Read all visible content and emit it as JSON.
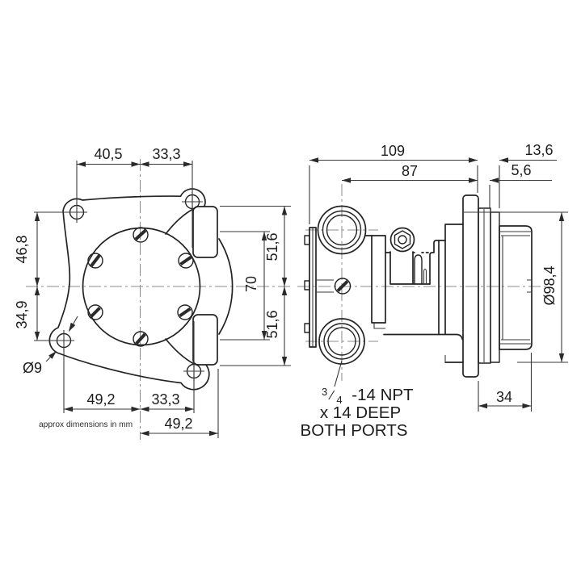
{
  "meta": {
    "note": "approx dimensions in mm"
  },
  "front_view": {
    "dims": {
      "top_left": "40,5",
      "top_right": "33,3",
      "left_upper": "46,8",
      "left_lower": "34,9",
      "right_upper": "51,6",
      "right_mid": "70",
      "right_lower": "51,6",
      "bottom_left": "49,2",
      "bottom_right": "33,3",
      "bottom_overall": "49,2",
      "hole": "Ø9"
    }
  },
  "side_view": {
    "dims": {
      "overall_width": "109",
      "body_width": "87",
      "offset_right": "13,6",
      "spacer": "5,6",
      "pulley_diameter": "Ø98,4",
      "hub_width": "34"
    },
    "port_note": {
      "frac_num": "3",
      "frac_slash": "⁄",
      "frac_den": "4",
      "line1": "-14 NPT",
      "line2": "x 14 DEEP",
      "line3": "BOTH PORTS"
    }
  },
  "colors": {
    "line": "#232323",
    "dim": "#3a3a3a",
    "centerline": "#8c8c8c",
    "background": "#ffffff"
  }
}
